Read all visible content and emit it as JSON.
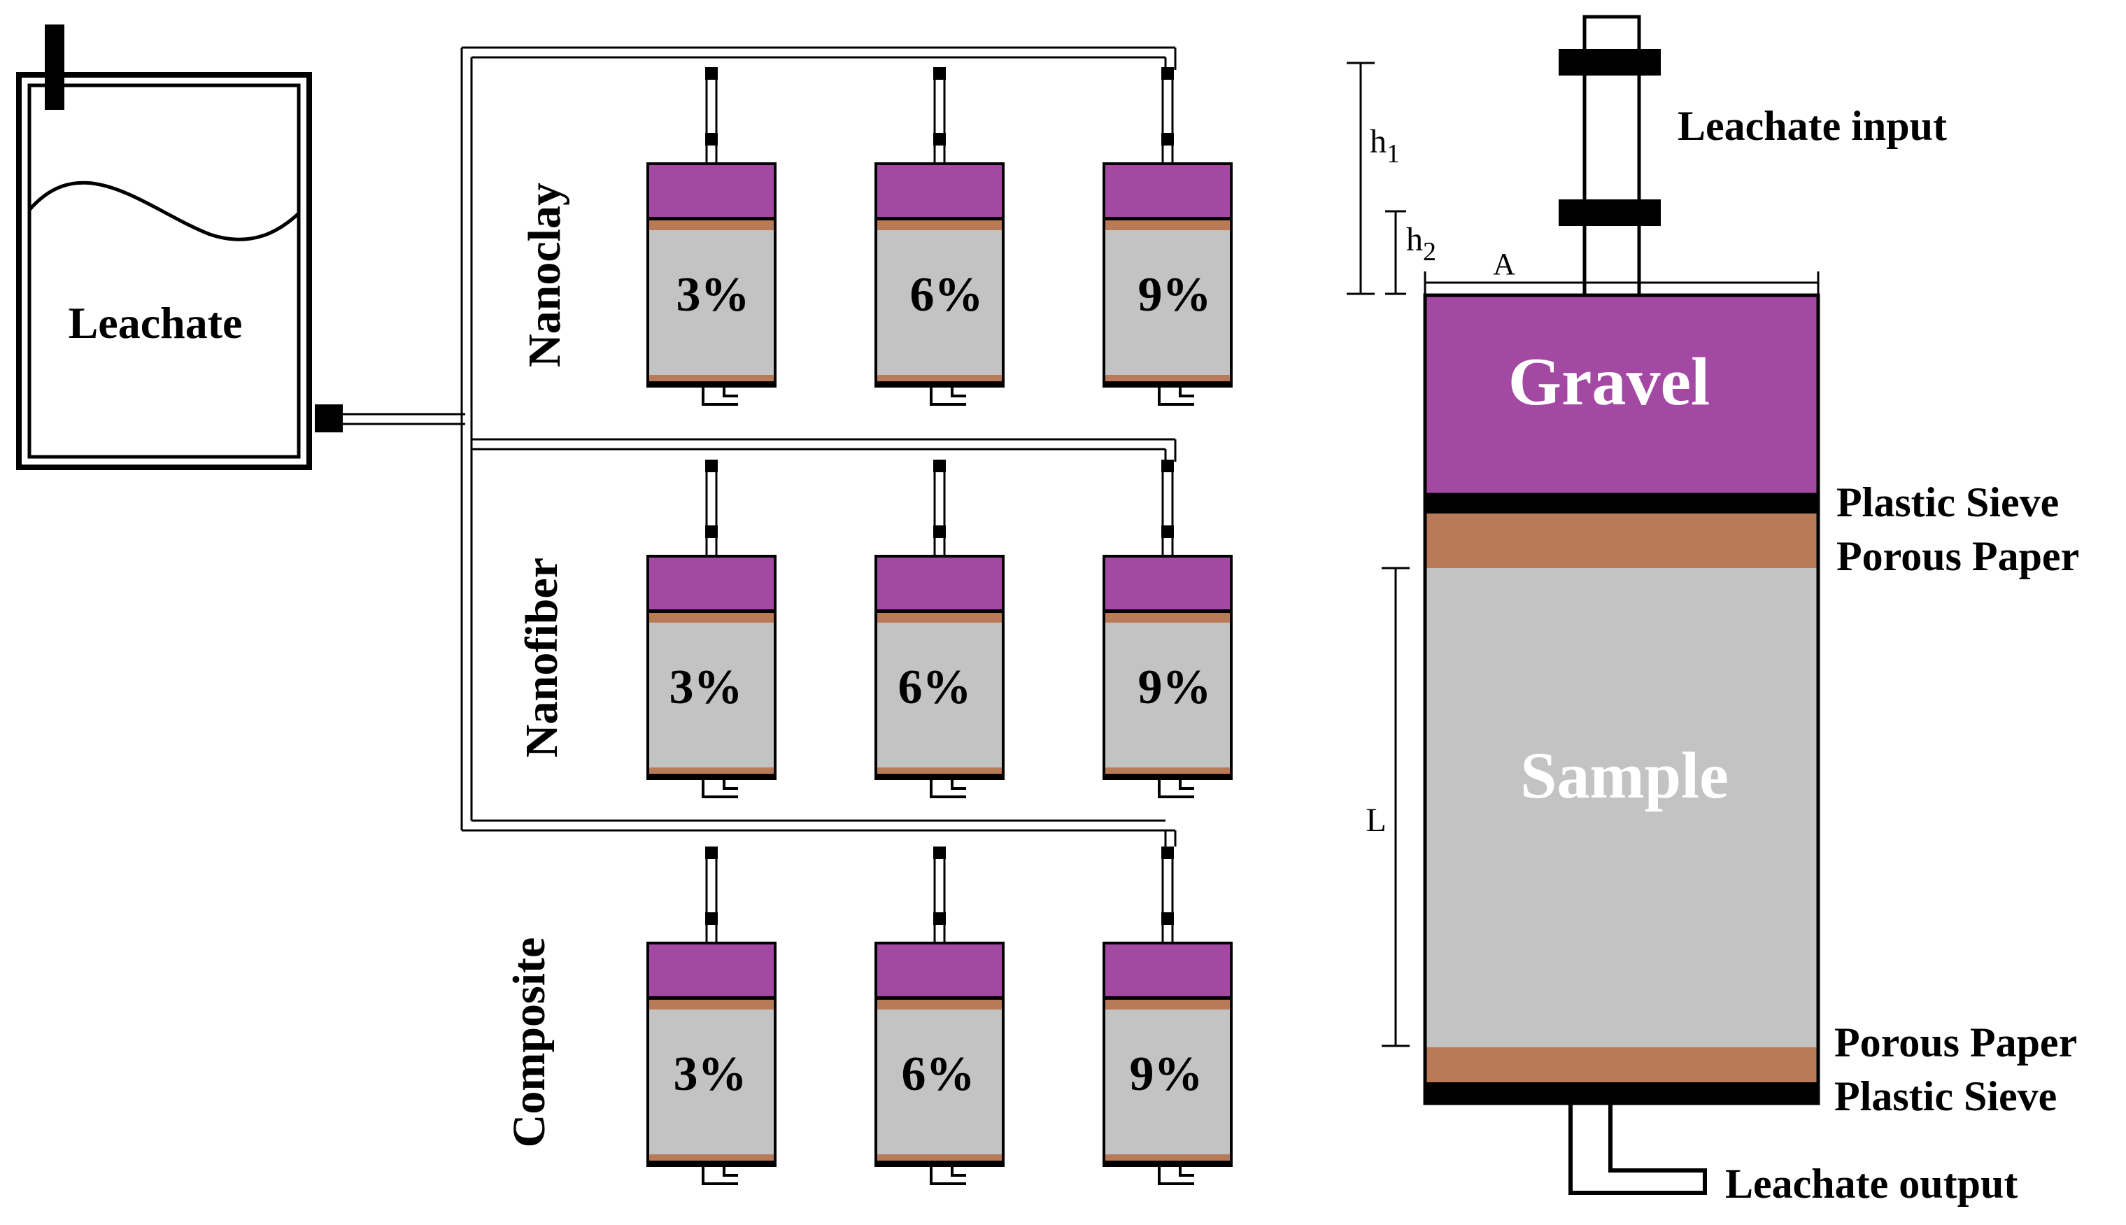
{
  "tank": {
    "label": "Leachate"
  },
  "groups": [
    {
      "name": "Nanoclay",
      "percents": [
        "3%",
        "6%",
        "9%"
      ]
    },
    {
      "name": "Nanofiber",
      "percents": [
        "3%",
        "6%",
        "9%"
      ]
    },
    {
      "name": "Composite",
      "percents": [
        "3%",
        "6%",
        "9%"
      ]
    }
  ],
  "detail": {
    "gravel_label": "Gravel",
    "sample_label": "Sample",
    "leachate_input": "Leachate input",
    "leachate_output": "Leachate output",
    "plastic_sieve_top": "Plastic Sieve",
    "porous_paper_top": "Porous Paper",
    "porous_paper_bottom": "Porous Paper",
    "plastic_sieve_bottom": "Plastic Sieve",
    "h1_main": "h",
    "h1_sub": "1",
    "h2_main": "h",
    "h2_sub": "2",
    "area_label": "A",
    "length_label": "L"
  },
  "colors": {
    "gravel": "#A349A4",
    "sample": "#C3C3C3",
    "porous_paper": "#B97A57",
    "sieve": "#000000"
  }
}
